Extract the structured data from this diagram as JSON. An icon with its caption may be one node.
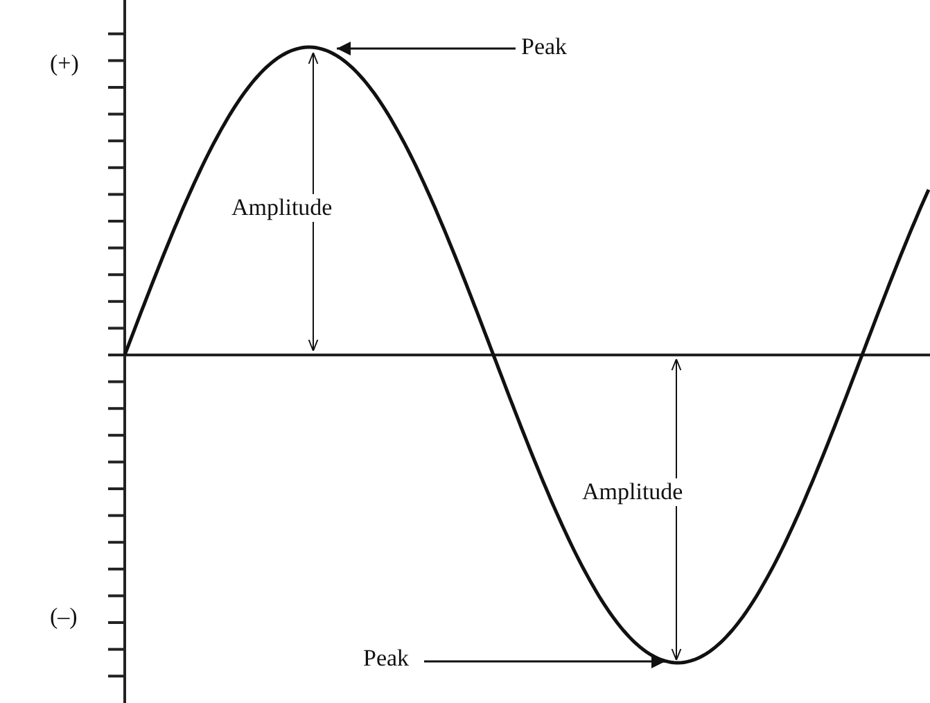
{
  "diagram": {
    "nodes": [
      {
        "text": [
          "Peak"
        ]
      },
      {
        "text": [
          "Peak"
        ]
      }
    ],
    "edges": [
      {
        "from": 0,
        "to": null,
        "arrow": "to"
      },
      {
        "from": 1,
        "to": null,
        "arrow": "to"
      }
    ],
    "labels": [
      "(+)",
      "Amplitude",
      "Amplitude",
      "(–)"
    ]
  }
}
